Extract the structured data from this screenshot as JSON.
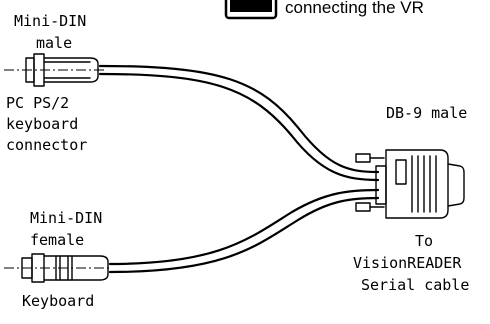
{
  "header": {
    "caption": "connecting the VR",
    "box_icon": "note-box-icon"
  },
  "labels": {
    "mini_din_male_1": "Mini-DIN",
    "mini_din_male_2": "male",
    "pc_ps2_1": "PC PS/2",
    "pc_ps2_2": "keyboard",
    "pc_ps2_3": "connector",
    "db9": "DB-9 male",
    "mini_din_female_1": "Mini-DIN",
    "mini_din_female_2": "female",
    "keyboard": "Keyboard",
    "to_1": "To",
    "to_2": "VisionREADER",
    "to_3": "Serial cable"
  },
  "components": [
    {
      "id": "mini-din-male-connector",
      "icon": "mini-din-male-connector-icon"
    },
    {
      "id": "mini-din-female-connector",
      "icon": "mini-din-female-connector-icon"
    },
    {
      "id": "db9-male-connector",
      "icon": "db9-male-connector-icon"
    },
    {
      "id": "y-cable",
      "icon": "y-cable-icon"
    }
  ]
}
